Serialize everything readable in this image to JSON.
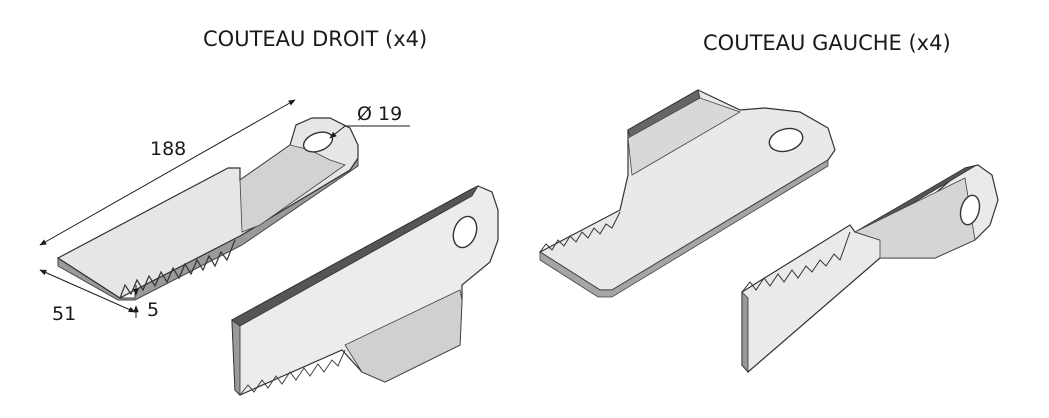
{
  "titles": {
    "right_knife": "COUTEAU DROIT (x4)",
    "left_knife": "COUTEAU GAUCHE (x4)"
  },
  "dimensions": {
    "length": "188",
    "hole_diameter": "Ø 19",
    "width": "51",
    "thickness": "5"
  },
  "colors": {
    "face_light": "#ececec",
    "face_mid": "#d6d6d6",
    "face_dark": "#a9a9a9",
    "edge": "#555555",
    "outline": "#333333",
    "hole": "#ffffff"
  }
}
